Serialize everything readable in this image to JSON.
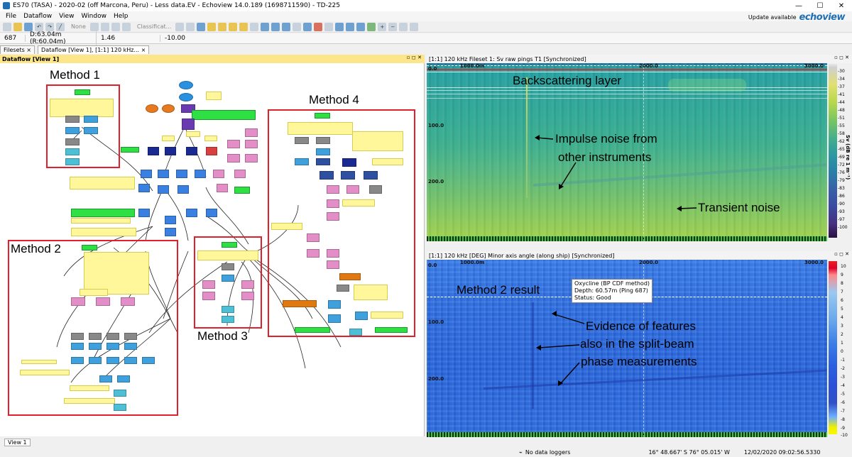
{
  "window": {
    "title": "ES70 (TASA) - 2020-02 (off Marcona, Peru) - Less data.EV - Echoview 14.0.189 (1698711590) - TD-225"
  },
  "menu": [
    "File",
    "Dataflow",
    "View",
    "Window",
    "Help"
  ],
  "update": {
    "text": "Update available",
    "brand": "echoview"
  },
  "toolbar": {
    "line_style": "None",
    "classification": "Classificat..."
  },
  "status": {
    "ping": "687",
    "depth": "D:63.04m (R:60.04m)",
    "value1": "1.46",
    "value2": "-10.00"
  },
  "tabs": [
    {
      "label": "Filesets"
    },
    {
      "label": "Dataflow [View 1], [1:1] 120 kHz..."
    }
  ],
  "dataflow": {
    "header": "Dataflow [View 1]",
    "methods": [
      "Method 1",
      "Method 2",
      "Method 3",
      "Method 4"
    ],
    "view_tab": "View 1"
  },
  "echo1": {
    "header": "[1:1] 120 kHz Fileset 1: Sv raw pings T1 [Synchronized]",
    "x_ticks": [
      "1000.0m",
      "2000.0",
      "3000.0"
    ],
    "y_ticks": [
      "0.0",
      "100.0",
      "200.0"
    ],
    "annotations": [
      "Backscattering layer",
      "Impulse noise from",
      "other instruments",
      "Transient noise"
    ],
    "colorbar_title": "Sv (dB re 1 m⁻¹)",
    "colorbar_labels": [
      "-30",
      "-34",
      "-37",
      "-41",
      "-44",
      "-48",
      "-51",
      "-55",
      "-58",
      "-62",
      "-65",
      "-69",
      "-72",
      "-76",
      "-79",
      "-83",
      "-86",
      "-90",
      "-93",
      "-97",
      "-100"
    ]
  },
  "echo2": {
    "header": "[1:1] 120 kHz [DEG] Minor axis angle (along ship) [Synchronized]",
    "x_ticks": [
      "1000.0m",
      "2000.0",
      "3000.0"
    ],
    "y_ticks": [
      "0.0",
      "100.0",
      "200.0"
    ],
    "annotations": [
      "Method 2 result",
      "Evidence of features",
      "also in the split-beam",
      "phase measurements"
    ],
    "tooltip": [
      "Oxycline (BP CDF method)",
      "Depth: 60.57m (Ping 687)",
      "Status: Good"
    ],
    "colorbar_labels": [
      "10",
      "9",
      "8",
      "7",
      "6",
      "5",
      "4",
      "3",
      "2",
      "1",
      "0",
      "-1",
      "-2",
      "-3",
      "-4",
      "-5",
      "-6",
      "-7",
      "-8",
      "-9",
      "-10"
    ]
  },
  "statusbar": {
    "loggers": "No data loggers",
    "position": "16° 48.667' S 76° 05.015' W",
    "time": "12/02/2020 09:02:56.5330"
  }
}
